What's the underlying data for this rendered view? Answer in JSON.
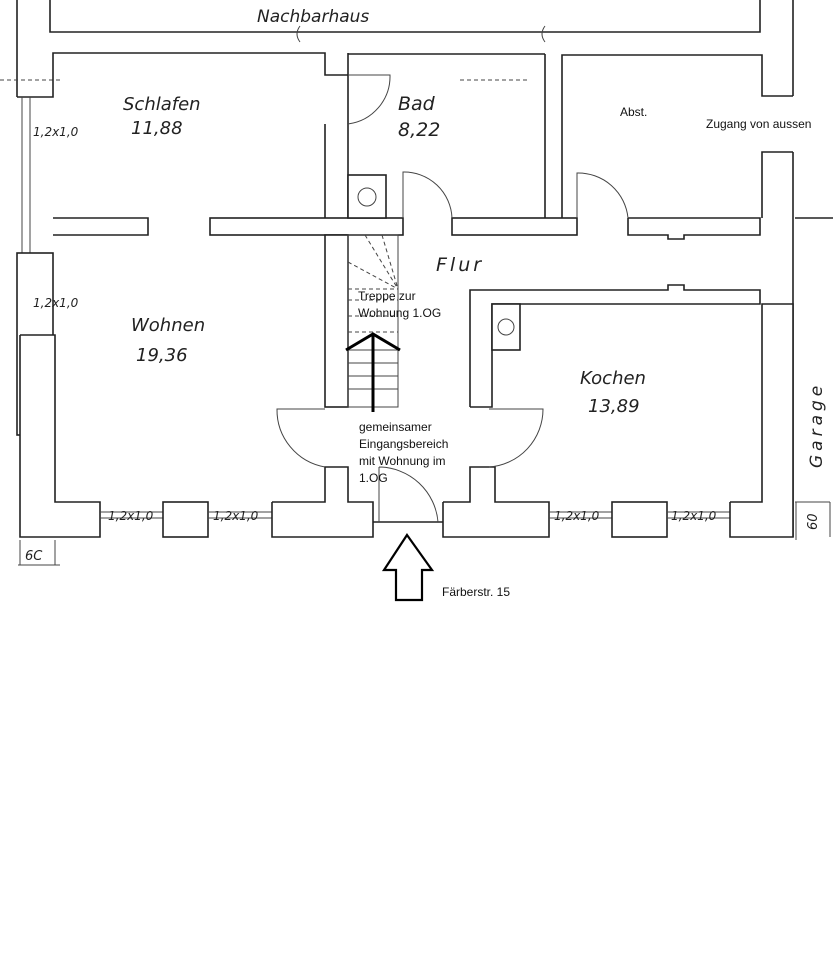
{
  "neighbor_label": "Nachbarhaus",
  "rooms": {
    "schlafen": {
      "name": "Schlafen",
      "area": "11,88"
    },
    "bad": {
      "name": "Bad",
      "area": "8,22"
    },
    "wohnen": {
      "name": "Wohnen",
      "area": "19,36"
    },
    "kochen": {
      "name": "Kochen",
      "area": "13,89"
    },
    "flur": {
      "name": "Flur"
    },
    "abst": {
      "name": "Abst."
    },
    "garage": {
      "name": "Garage"
    }
  },
  "annotations": {
    "zugang": "Zugang von aussen",
    "treppe": [
      "Treppe zur",
      "Wohnung 1.OG"
    ],
    "eingang": [
      "gemeinsamer",
      "Eingangsbereich",
      "mit Wohnung im",
      "1.OG"
    ],
    "address": "Färberstr. 15"
  },
  "windows": [
    "1,2x1,0",
    "1,2x1,0",
    "1,2x1,0",
    "1,2x1,0",
    "1,2x1,0",
    "1,2x1,0"
  ],
  "dimensions": {
    "left": "6C",
    "right": "60"
  }
}
